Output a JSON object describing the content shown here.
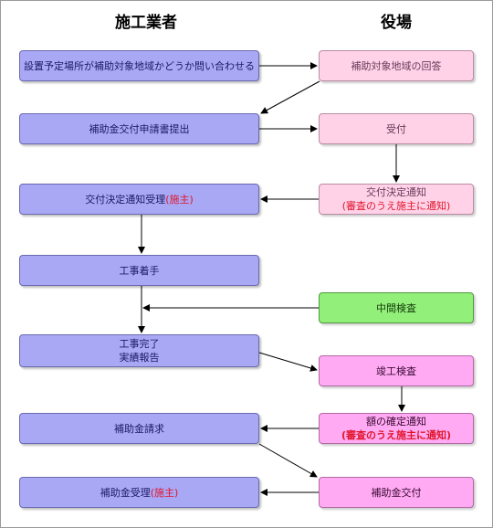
{
  "headers": {
    "left": "施工業者",
    "right": "役場"
  },
  "left": {
    "b1": "設置予定場所が補助対象地域かどうか問い合わせる",
    "b2": "補助金交付申請書提出",
    "b3_text": "交付決定通知受理",
    "b3_note": "(施主)",
    "b4": "工事着手",
    "b5_line1": "工事完了",
    "b5_line2": "実績報告",
    "b6": "補助金請求",
    "b7_text": "補助金受理",
    "b7_note": "(施主)"
  },
  "right": {
    "r1": "補助対象地域の回答",
    "r2": "受付",
    "r3_line1": "交付決定通知",
    "r3_line2": "(審査のうえ施主に通知)",
    "r4": "中間検査",
    "r5": "竣工検査",
    "r6_line1": "額の確定通知",
    "r6_line2": "(審査のうえ施主に通知)",
    "r7": "補助金交付"
  },
  "colors": {
    "left_box": "#a8a8f5",
    "right_light": "#ffd2e8",
    "right_green": "#92f07a",
    "right_pink": "#ffaaf2",
    "note_red": "#e0152a"
  }
}
